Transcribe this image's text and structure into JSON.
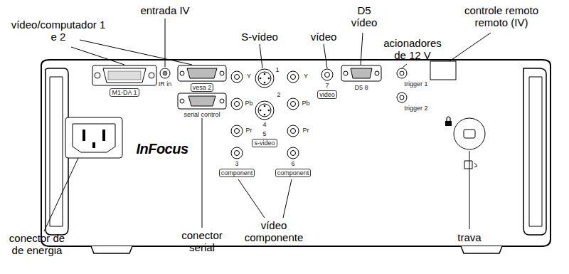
{
  "diagram": {
    "labels": [
      "entrada IV",
      "D5 vídeo",
      "controle remoto remoto (IV)",
      "vídeo/computador 1 e 2",
      "vídeo",
      "S-vídeo",
      "acionadores de 12 V",
      "M1-DA 1",
      "IR in",
      "vesa 2",
      "serial control",
      "Y",
      "Pb",
      "Pr",
      "1",
      "2",
      "4",
      "5",
      "s-video",
      "Y",
      "Pb",
      "Pr",
      "7",
      "video",
      "D5 8",
      "trigger 1",
      "trigger 2",
      "3",
      "component",
      "6",
      "component",
      "InFocus",
      "conector de de energia",
      "conector serial",
      "vídeo componente",
      "trava"
    ]
  }
}
